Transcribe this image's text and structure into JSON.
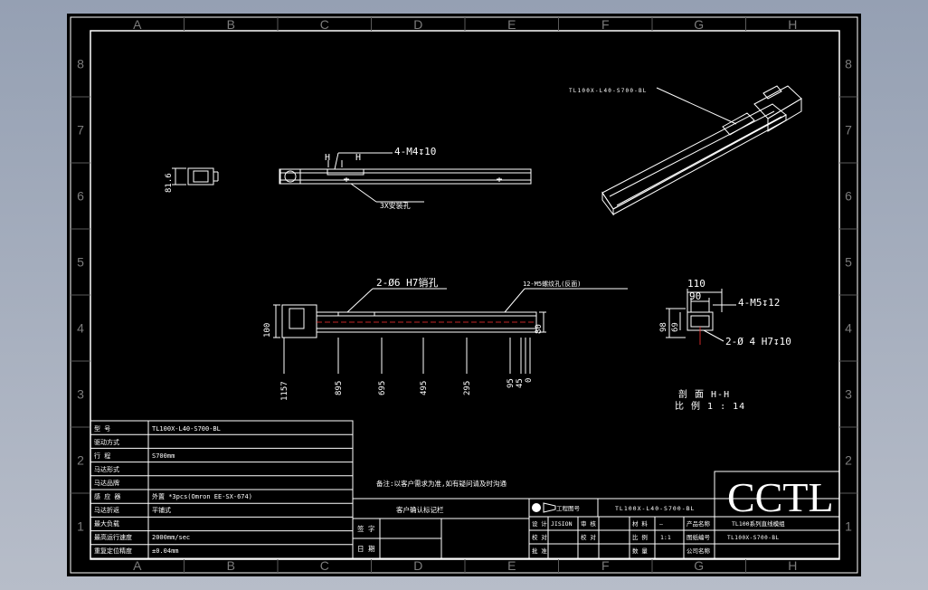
{
  "frame": {
    "cols": [
      "A",
      "B",
      "C",
      "D",
      "E",
      "F",
      "G",
      "H"
    ],
    "rows": [
      "8",
      "7",
      "6",
      "5",
      "4",
      "3",
      "2",
      "1"
    ]
  },
  "views": {
    "iso_label": "TL100X-L40-S700-BL",
    "top_h1": "H",
    "top_h2": "H",
    "top_thread": "4-M4↧10",
    "top_dim": "81.6",
    "top_note": "3X安装孔",
    "front_pin": "2-Ø6 H7销孔",
    "front_thread": "12-M5螺纹孔(反面)",
    "front_h_left": "100",
    "front_h_right": "80",
    "front_dims": [
      "1157",
      "895",
      "695",
      "495",
      "295",
      "95",
      "45",
      "0"
    ],
    "sec_w1": "110",
    "sec_w2": "90",
    "sec_h1": "98",
    "sec_h2": "69",
    "sec_thread": "4-M5↧12",
    "sec_pin": "2-Ø 4  H7↧10",
    "sec_title": "剖 面 H-H",
    "sec_scale": "比 例 1 : 14"
  },
  "spec_table": {
    "rows": [
      {
        "label": "型 号",
        "value": "TL100X-L40-S700-BL"
      },
      {
        "label": "驱动方式",
        "value": ""
      },
      {
        "label": "行 程",
        "value": "S700mm"
      },
      {
        "label": "马达形式",
        "value": ""
      },
      {
        "label": "马达品牌",
        "value": ""
      },
      {
        "label": "感 应 器",
        "value": "外置 *3pcs(Omron EE-SX-674)"
      },
      {
        "label": "马达折返",
        "value": "平铺式"
      },
      {
        "label": "最大负载",
        "value": ""
      },
      {
        "label": "最高运行速度",
        "value": "2000mm/sec"
      },
      {
        "label": "重复定位精度",
        "value": "±0.04mm"
      }
    ]
  },
  "notes": {
    "remark": "备注:以客户需求为准,如有疑问请及时沟通",
    "confirm_title": "客户确认标记栏",
    "sign_label": "签 字",
    "date_label": "日 期"
  },
  "title_block": {
    "logo": "CCTL",
    "projection_label": "工程图号",
    "model": "TL100X-L40-S700-BL",
    "design_label": "设 计",
    "design_value": "JISION",
    "review_label": "审 核",
    "check_label": "校 对",
    "proofread_label": "校 对",
    "approve_label": "批 准",
    "material_label": "材 料",
    "material_value": "—",
    "scale_label": "比 例",
    "scale_value": "1:1",
    "qty_label": "数 量",
    "product_name_label": "产品名称",
    "product_name": "TL100系列直线模组",
    "drawing_no_label": "图纸编号",
    "drawing_no": "TL100X-S700-BL",
    "company_label": "公司名称"
  },
  "colors": {
    "paper": "#000000",
    "line": "#ffffff",
    "grid_text": "#7c7c7c",
    "centerline": "#ff3333"
  }
}
